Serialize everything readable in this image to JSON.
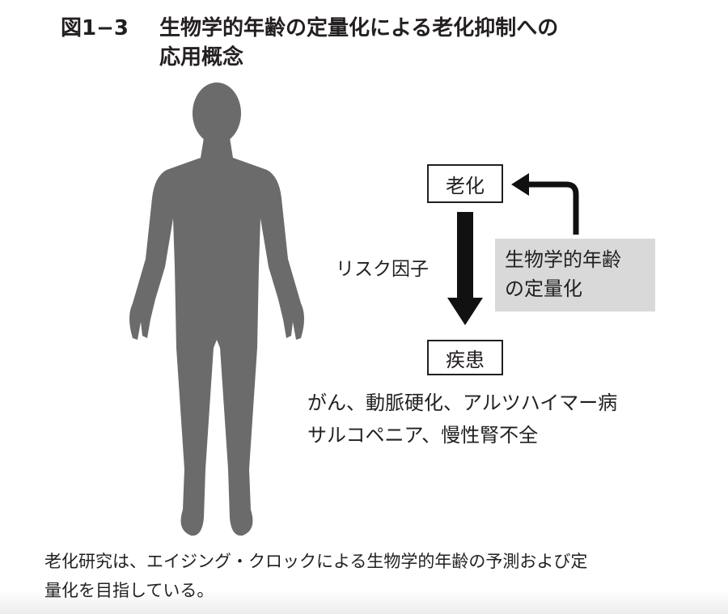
{
  "title": {
    "number": "図1−3",
    "line1": "生物学的年齢の定量化による老化抑制への",
    "line2": "応用概念"
  },
  "diagram": {
    "aging_label": "老化",
    "risk_factor_label": "リスク因子",
    "biological_age_line1": "生物学的年齢",
    "biological_age_line2": "の定量化",
    "disease_label": "疾患",
    "disease_list_line1": "がん、動脈硬化、アルツハイマー病",
    "disease_list_line2": "サルコペニア、慢性腎不全"
  },
  "caption": {
    "line1": "老化研究は、エイジング・クロックによる生物学的年齢の予測および定",
    "line2": "量化を目指している。"
  },
  "colors": {
    "silhouette": "#6b6b6b",
    "gray_box": "#d9d9d9",
    "ink": "#231f20"
  }
}
